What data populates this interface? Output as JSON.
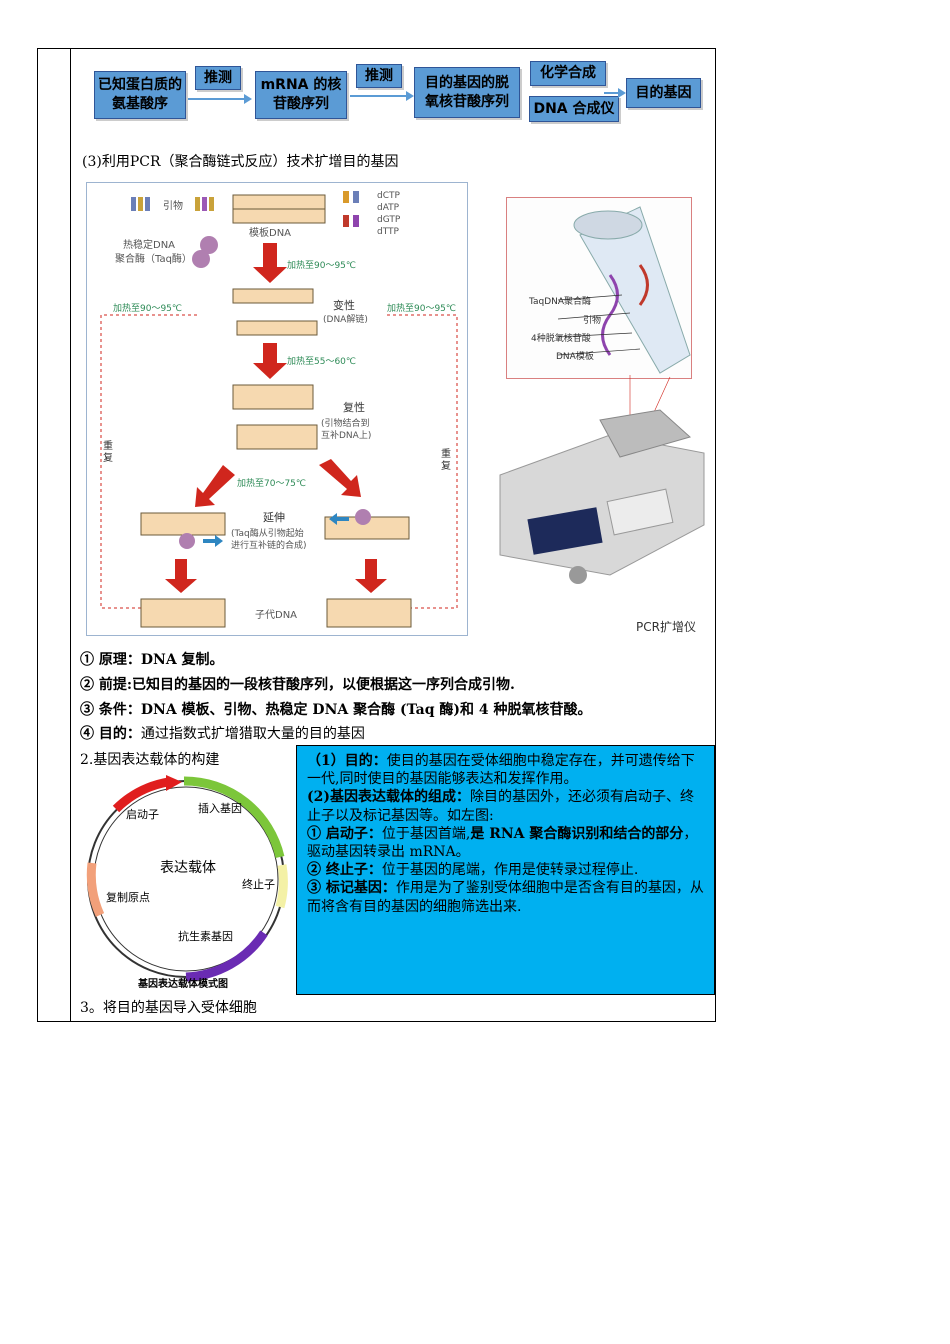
{
  "flow": {
    "box1": "已知蛋白质的氨基酸序",
    "arrow1": "推测",
    "box2_a": "mRNA 的核",
    "box2_b": "苷酸序列",
    "arrow2": "推测",
    "box3_a": "目的基因的脱",
    "box3_b": "氧核苷酸序列",
    "box4": "化学合成",
    "box5": "DNA 合成仪",
    "box6": "目的基因"
  },
  "pcr": {
    "heading": "(3)利用PCR（聚合酶链式反应）技术扩增目的基因",
    "diagram": {
      "primer": "引物",
      "dctp": "dCTP",
      "datp": "dATP",
      "dgtp": "dGTP",
      "dttp": "dTTP",
      "template": "模板DNA",
      "taq_a": "热稳定DNA",
      "taq_b": "聚合酶（Taq酶）",
      "heat1": "加热至90～95℃",
      "heat_left": "加热至90～95℃",
      "heat_right": "加热至90～95℃",
      "denature": "变性",
      "denature_sub": "(DNA解链)",
      "heat2": "加热至55～60℃",
      "anneal": "复性",
      "anneal_sub_a": "(引物结合到",
      "anneal_sub_b": "互补DNA上)",
      "repeat_left": "重复",
      "repeat_right": "重复",
      "heat3": "加热至70～75℃",
      "extend": "延伸",
      "extend_sub_a": "(Taq酶从引物起始",
      "extend_sub_b": "进行互补链的合成)",
      "child": "子代DNA",
      "tube_taq": "TaqDNA聚合酶",
      "tube_primer": "引物",
      "tube_dntp": "4种脱氧核苷酸",
      "tube_template": "DNA模板",
      "machine": "PCR扩增仪"
    },
    "p1_label": "① 原理：",
    "p1_text": "DNA 复制。",
    "p2_label": "② 前提:",
    "p2_text": "已知目的基因的一段核苷酸序列，以便根据这一序列合成引物.",
    "p3_label": "③ 条件：",
    "p3_text": "DNA 模板、引物、热稳定 DNA 聚合酶 (Taq 酶)和 4 种脱氧核苷酸。",
    "p4_label": "④ 目的：",
    "p4_text": "通过指数式扩增猎取大量的目的基因"
  },
  "vector": {
    "heading": "2.基因表达载体的构建",
    "plasmid": {
      "promoter": "启动子",
      "insert": "插入基因",
      "center": "表达载体",
      "terminator": "终止子",
      "origin": "复制原点",
      "antibiotic": "抗生素基因",
      "caption": "基因表达载体模式图"
    },
    "box": {
      "l1_label": "（1）目的：",
      "l1_text": "使目的基因在受体细胞中稳定存在，并可遗传给下一代,同时使目的基因能够表达和发挥作用。",
      "l2_label": "(2)基因表达载体的组成：",
      "l2_text": "除目的基因外，还必须有启动子、终止子以及标记基因等。如左图:",
      "l3_label": "① 启动子：",
      "l3_text1": "位于基因首端,",
      "l3_bold": "是 RNA 聚合酶识别和结合的部分",
      "l3_text2": "，驱动基因转录出 mRNA。",
      "l4_label": "② 终止子：",
      "l4_text": "位于基因的尾端，作用是使转录过程停止.",
      "l5_label": "③ 标记基因：",
      "l5_text": "作用是为了鉴别受体细胞中是否含有目的基因，从而将含有目的基因的细胞筛选出来."
    }
  },
  "step3": "3。将目的基因导入受体细胞",
  "colors": {
    "flow_box": "#5b9bd5",
    "info_box": "#00b0f0",
    "arrow_red": "#d0261d"
  }
}
